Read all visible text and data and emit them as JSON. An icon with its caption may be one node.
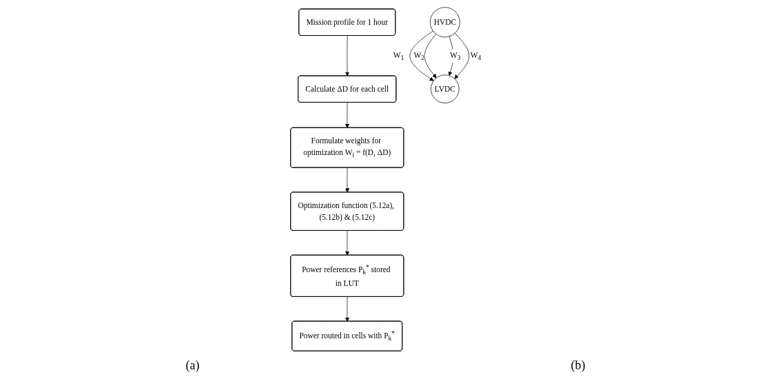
{
  "diagram": {
    "nodes": [
      {
        "text": [
          "Mission profile for 1 hour"
        ]
      },
      {
        "text": [
          "Calculate ΔD for each cell"
        ]
      },
      {
        "text": [
          "Formulate weights for optimization W$_{i}$ = f(D, ΔD)"
        ]
      },
      {
        "text": [
          "Optimization function (5.12a), (5.12b) & (5.12c)"
        ]
      },
      {
        "text": [
          "Power references P$_{k}$$^{*}$ stored in LUT"
        ]
      },
      {
        "text": [
          "Power routed in cells with P$_{k}$$^{*}$"
        ]
      },
      {
        "text": [
          "HVDC"
        ]
      },
      {
        "text": [
          "LVDC"
        ]
      }
    ],
    "edges": [
      {
        "from": 0,
        "to": 1,
        "arrow": "to"
      },
      {
        "from": 1,
        "to": 2,
        "arrow": "to"
      },
      {
        "from": 2,
        "to": 3,
        "arrow": "to"
      },
      {
        "from": 3,
        "to": 4,
        "arrow": "to"
      },
      {
        "from": 4,
        "to": 5,
        "arrow": "to"
      },
      {
        "from": 6,
        "to": 7,
        "arrow": "to",
        "label": "W$_{1}$"
      },
      {
        "from": 6,
        "to": 7,
        "arrow": "to",
        "label": "W$_{2}$"
      },
      {
        "from": 6,
        "to": 7,
        "arrow": "to",
        "label": "W$_{3}$"
      },
      {
        "from": 6,
        "to": 7,
        "arrow": "to",
        "label": "W$_{4}$"
      }
    ],
    "labels": [
      "(a)",
      "(b)"
    ]
  }
}
